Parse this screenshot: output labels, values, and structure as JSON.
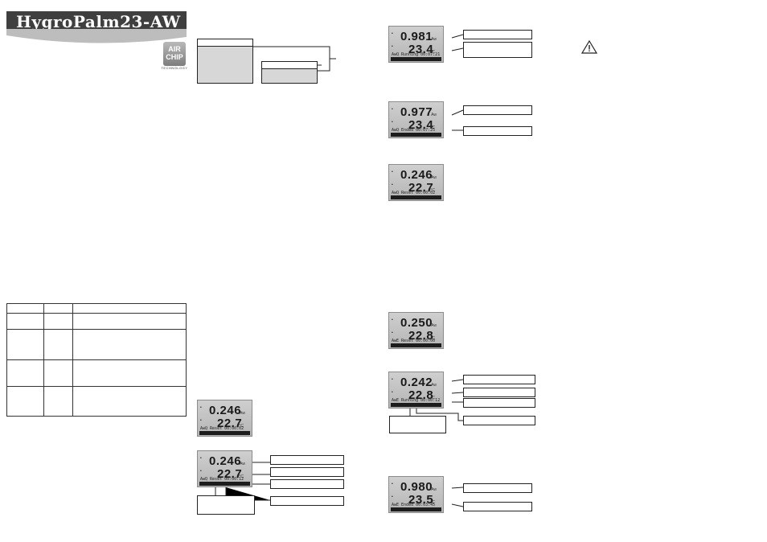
{
  "header": {
    "title": "HygroPalm23-AW"
  },
  "logo": {
    "line1": "AIR",
    "line2": "CHIP",
    "subtitle": "TECHNOLOGY"
  },
  "devices": [
    {
      "v1": "0.246",
      "u1": "Aw",
      "v2": "22.7",
      "u2": "°C",
      "status": "AwQ Reset    00:00:02"
    },
    {
      "v1": "0.246",
      "u1": "Aw",
      "v2": "22.7",
      "u2": "°C",
      "status": "AwQ Reset    00:00:12"
    },
    {
      "v1": "0.981",
      "u1": "Aw",
      "v2": "23.4",
      "u2": "°C",
      "status": "AwQ Running  00:07:21"
    },
    {
      "v1": "0.977",
      "u1": "Aw",
      "v2": "23.4",
      "u2": "°C",
      "status": "AwQ Ended    00:07:25"
    },
    {
      "v1": "0.246",
      "u1": "Aw",
      "v2": "22.7",
      "u2": "°C",
      "status": "AwQ Reset    00:00:02"
    },
    {
      "v1": "0.250",
      "u1": "Aw",
      "v2": "22.8",
      "u2": "°C",
      "status": "AwE Reset    00:00:00"
    },
    {
      "v1": "0.242",
      "u1": "Aw",
      "v2": "22.8",
      "u2": "°C",
      "status": "AwE Running  00:00:12"
    },
    {
      "v1": "0.980",
      "u1": "Aw",
      "v2": "23.5",
      "u2": "°C",
      "status": "AwE Ended    00:03:45"
    }
  ],
  "warning_icon": "warning-triangle-icon"
}
